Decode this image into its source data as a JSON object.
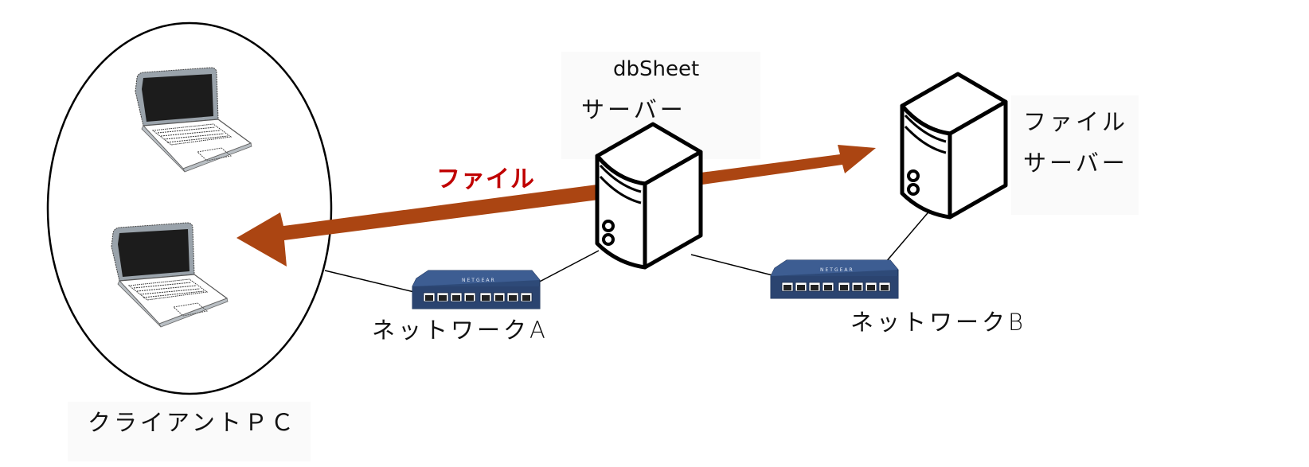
{
  "diagram": {
    "title": "dbSheet network file transfer diagram",
    "colors": {
      "arrow": "#ab4512",
      "emphasis_text": "#c00000",
      "outline": "#000000",
      "switch_body": "#2e4a78",
      "laptop_screen": "#1c1c1c",
      "laptop_frame": "#9aa3ab"
    },
    "nodes": {
      "client_group": {
        "label": "クライアントＰＣ",
        "device_count": 2,
        "device_type": "laptop"
      },
      "dbsheet_server": {
        "label_line1": "dbSheet",
        "label_line2": "サーバー",
        "device_type": "server"
      },
      "file_server": {
        "label_line1": "ファイル",
        "label_line2": "サーバー",
        "device_type": "server"
      },
      "network_a": {
        "label": "ネットワークA",
        "device_type": "switch",
        "brand": "NETGEAR"
      },
      "network_b": {
        "label": "ネットワークB",
        "device_type": "switch",
        "brand": "NETGEAR"
      }
    },
    "flow": {
      "label": "ファイル",
      "direction": "file-server → dbSheet-server → client-pc"
    },
    "connections": [
      {
        "from": "client_group",
        "to": "network_a"
      },
      {
        "from": "network_a",
        "to": "dbsheet_server"
      },
      {
        "from": "dbsheet_server",
        "to": "network_b"
      },
      {
        "from": "network_b",
        "to": "file_server"
      }
    ]
  }
}
